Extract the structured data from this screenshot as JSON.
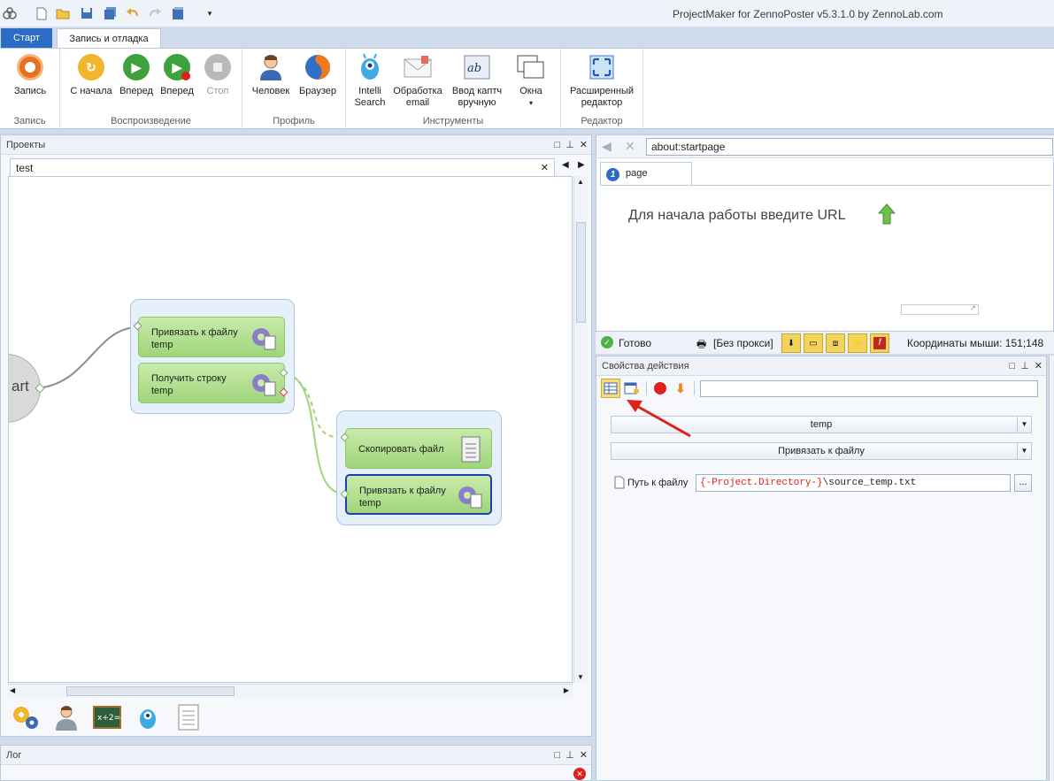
{
  "window": {
    "title": "ProjectMaker for ZennoPoster v5.3.1.0 by ZennoLab.com"
  },
  "ribbon_tabs": [
    "Старт",
    "Запись и отладка"
  ],
  "ribbon": {
    "groups": {
      "record": "Запись",
      "playback": "Воспроизведение",
      "profile": "Профиль",
      "tools": "Инструменты",
      "editor": "Редактор"
    },
    "buttons": {
      "record": "Запись",
      "from_start": "С начала",
      "forward1": "Вперед",
      "forward2": "Вперед",
      "stop": "Стоп",
      "human": "Человек",
      "browser": "Браузер",
      "intelli_1": "Intelli",
      "intelli_2": "Search",
      "email_1": "Обработка",
      "email_2": "email",
      "captcha_1": "Ввод каптч",
      "captcha_2": "вручную",
      "windows": "Окна",
      "ext_editor_1": "Расширенный",
      "ext_editor_2": "редактор"
    }
  },
  "projects": {
    "title": "Проекты",
    "doc_tab": "test",
    "start_label": "art",
    "actions": [
      {
        "title": "Привязать к файлу",
        "sub": "temp"
      },
      {
        "title": "Получить строку",
        "sub": "temp"
      },
      {
        "title": "Скопировать файл",
        "sub": ""
      },
      {
        "title": "Привязать к файлу",
        "sub": "temp"
      }
    ]
  },
  "log": {
    "title": "Лог"
  },
  "browser": {
    "url": "about:startpage",
    "tab": "page",
    "message": "Для начала работы введите URL"
  },
  "status": {
    "ready": "Готово",
    "proxy": "[Без прокси]",
    "coords": "Координаты мыши: 151;148"
  },
  "props": {
    "title": "Свойства действия",
    "group": "temp",
    "action": "Привязать к файлу",
    "path_label": "Путь к файлу",
    "path_var": "{-Project.Directory-}",
    "path_rest": "\\source_temp.txt"
  },
  "colors": {
    "accent": "#2b6cc4",
    "action_green": "#9fd57a",
    "arrow_red": "#e0201c"
  }
}
